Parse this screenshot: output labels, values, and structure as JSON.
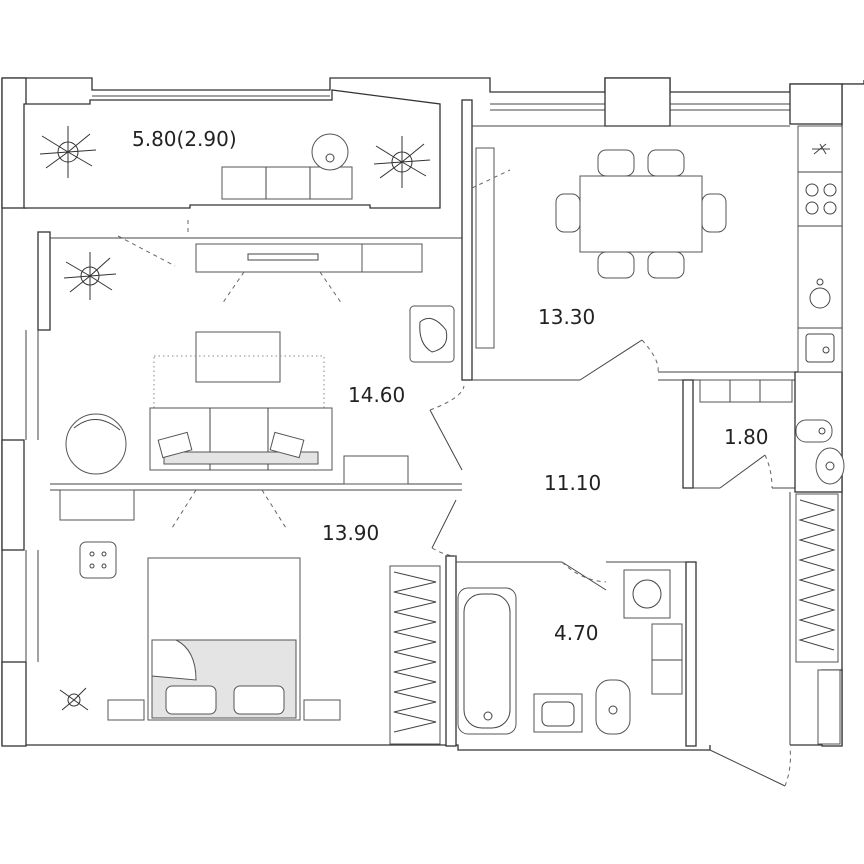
{
  "floor_plan": {
    "rooms": [
      {
        "id": "balcony",
        "area": "5.80(2.90)"
      },
      {
        "id": "kitchen",
        "area": "13.30"
      },
      {
        "id": "living",
        "area": "14.60"
      },
      {
        "id": "hall",
        "area": "11.10"
      },
      {
        "id": "wc",
        "area": "1.80"
      },
      {
        "id": "bedroom",
        "area": "13.90"
      },
      {
        "id": "bath",
        "area": "4.70"
      }
    ]
  },
  "colors": {
    "wall": "#333333",
    "floor_bg": "#ffffff",
    "bed_fill": "#e4e4e4"
  }
}
